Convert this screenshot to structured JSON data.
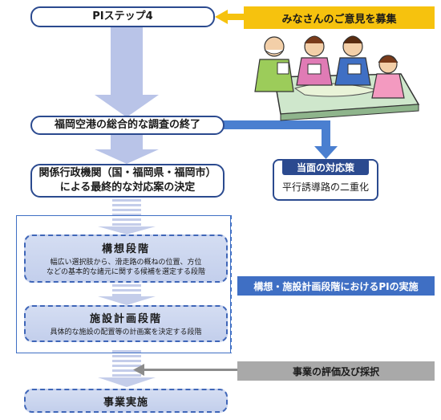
{
  "flow": {
    "step4": "PIステップ4",
    "survey_end": "福岡空港の総合的な調査の終了",
    "decision_line1": "関係行政機関（国・福岡県・福岡市）",
    "decision_line2": "による最終的な対応案の決定",
    "concept_title": "構想段階",
    "concept_desc_line1": "幅広い選択肢から、滑走路の概ねの位置、方位",
    "concept_desc_line2": "などの基本的な諸元に関する候補を選定する段階",
    "facility_title": "施設計画段階",
    "facility_desc": "具体的な施設の配置等の計画案を決定する段階",
    "project": "事業実施"
  },
  "side": {
    "opinion_label": "みなさんのご意見を募集",
    "measure_title": "当面の対応策",
    "measure_body": "平行誘導路の二重化",
    "pi_label": "構想・施設計画段階におけるPIの実施",
    "evaluation_label": "事業の評価及び採択"
  },
  "colors": {
    "flow_arrow": "#b9c4e8",
    "blue_arrow": "#4a7fd0",
    "yellow": "#f6c20e",
    "gray": "#a9a9a9",
    "box_border": "#2b4a8f"
  }
}
